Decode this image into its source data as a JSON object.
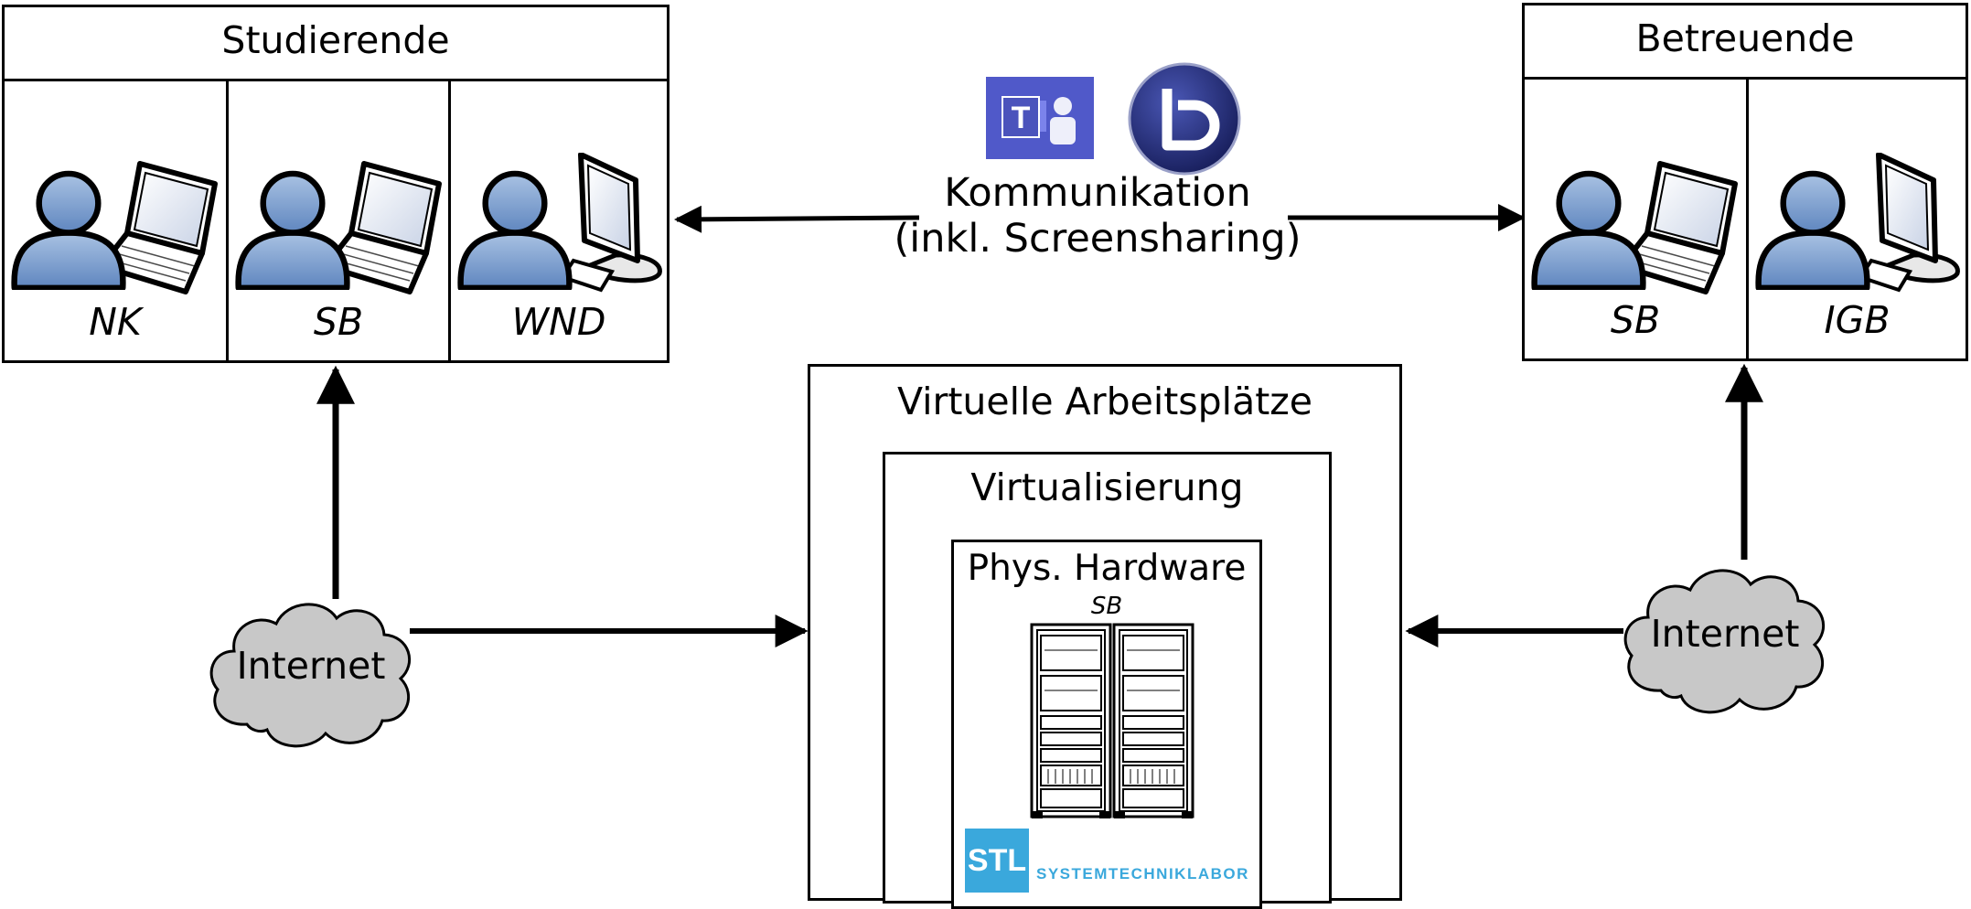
{
  "students": {
    "title": "Studierende",
    "members": [
      {
        "label": "NK",
        "device": "laptop-icon"
      },
      {
        "label": "SB",
        "device": "laptop-icon"
      },
      {
        "label": "WND",
        "device": "desktop-monitor-icon"
      }
    ]
  },
  "supervisors": {
    "title": "Betreuende",
    "members": [
      {
        "label": "SB",
        "device": "laptop-icon"
      },
      {
        "label": "IGB",
        "device": "desktop-monitor-icon"
      }
    ]
  },
  "communication": {
    "line1": "Kommunikation",
    "line2": "(inkl. Screensharing)",
    "tools": [
      "microsoft-teams-logo",
      "bigbluebutton-logo"
    ]
  },
  "virtual_workplaces": {
    "title": "Virtuelle Arbeitsplätze",
    "virtualization": {
      "title": "Virtualisierung",
      "hardware": {
        "title": "Phys. Hardware",
        "subtitle": "SB",
        "logo_abbr": "STL",
        "logo_text": "SYSTEMTECHNIKLABOR"
      }
    }
  },
  "internet_left": "Internet",
  "internet_right": "Internet",
  "colors": {
    "person_blue": "#7fa2cf",
    "cloud_gray": "#c8c8c8",
    "teams_purple": "#5059c9",
    "bbb_navy": "#273079",
    "stl_blue": "#3aa8dc"
  }
}
